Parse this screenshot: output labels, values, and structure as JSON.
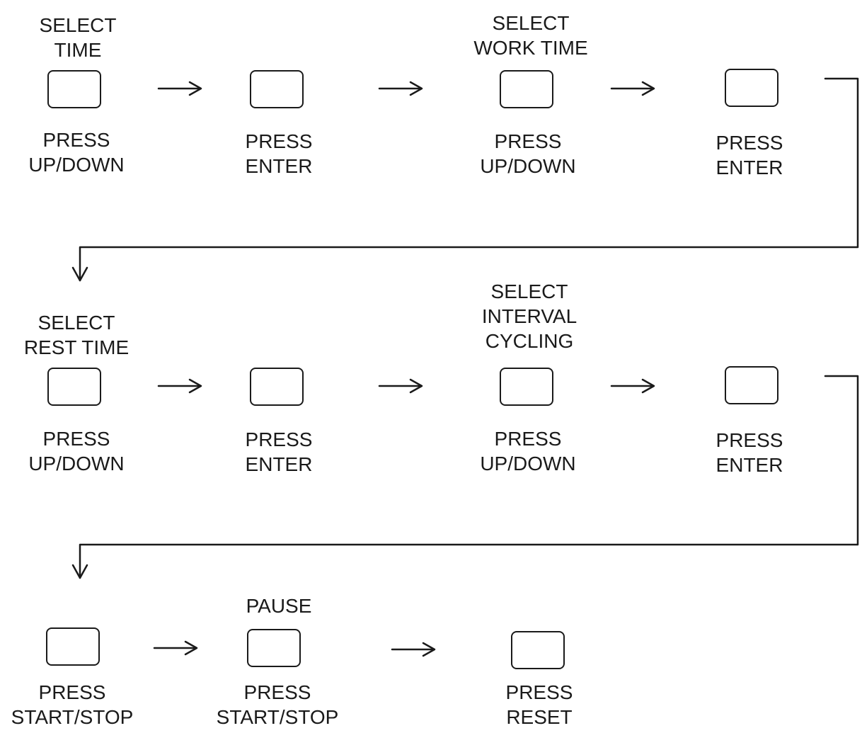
{
  "row1": {
    "step1": {
      "top": "SELECT\nTIME",
      "bottom": "PRESS\nUP/DOWN"
    },
    "step2": {
      "bottom": "PRESS\nENTER"
    },
    "step3": {
      "top": "SELECT\nWORK TIME",
      "bottom": "PRESS\nUP/DOWN"
    },
    "step4": {
      "bottom": "PRESS\nENTER"
    }
  },
  "row2": {
    "step1": {
      "top": "SELECT\nREST TIME",
      "bottom": "PRESS\nUP/DOWN"
    },
    "step2": {
      "bottom": "PRESS\nENTER"
    },
    "step3": {
      "top": "SELECT\nINTERVAL\nCYCLING",
      "bottom": "PRESS\nUP/DOWN"
    },
    "step4": {
      "bottom": "PRESS\nENTER"
    }
  },
  "row3": {
    "step1": {
      "bottom": "PRESS\nSTART/STOP"
    },
    "step2": {
      "top": "PAUSE",
      "bottom": "PRESS\nSTART/STOP"
    },
    "step3": {
      "bottom": "PRESS\nRESET"
    }
  }
}
